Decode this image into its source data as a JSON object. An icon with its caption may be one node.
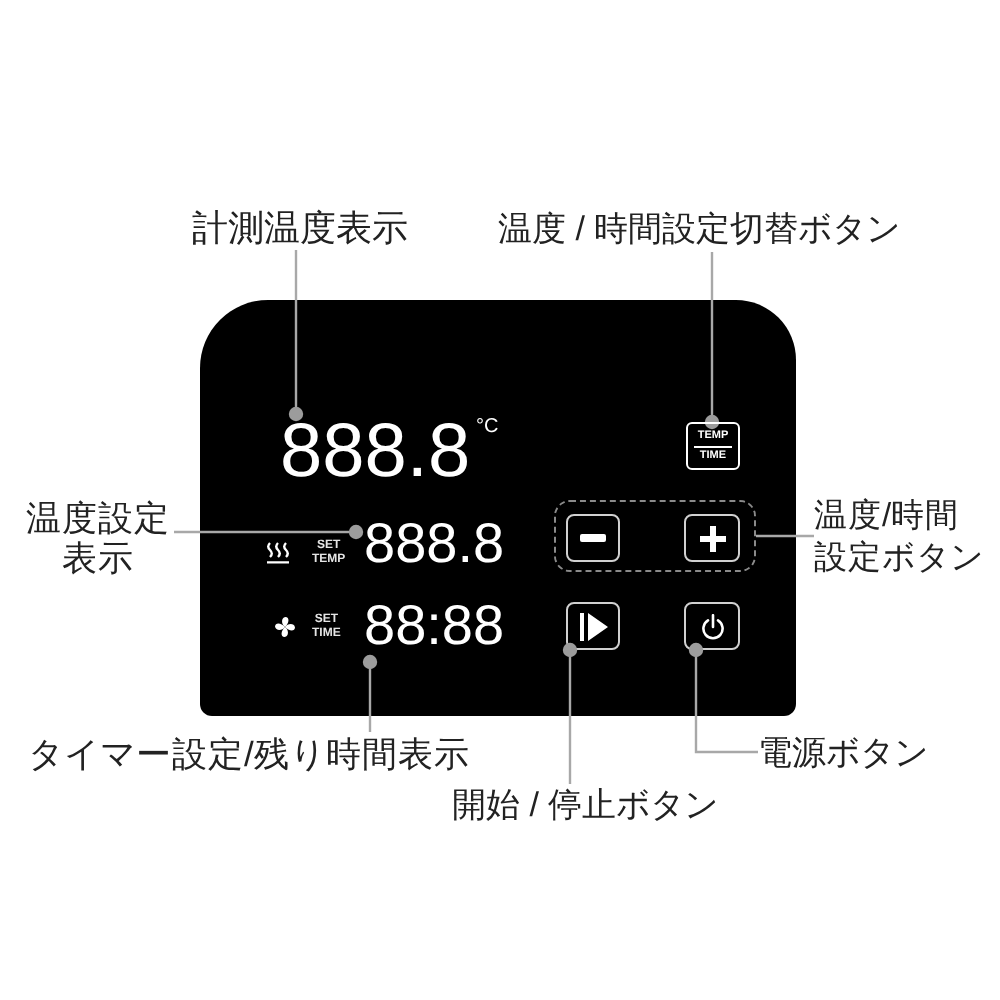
{
  "diagram": {
    "nodes": [
      {
        "text": [
          "計測温度表示"
        ]
      },
      {
        "text": [
          "温度 / 時間設定切替ボタン"
        ]
      },
      {
        "text": [],
        "shape": "box"
      },
      {
        "text": [
          "888.8"
        ],
        "in": 2,
        "beside": [
          "°C"
        ]
      },
      {
        "text": [
          "TEMP",
          "TIME"
        ],
        "in": 2
      },
      {
        "text": [
          "温度設定表示"
        ]
      },
      {
        "text": [
          "888.8"
        ],
        "in": 2,
        "beside": [
          "SET TEMP"
        ]
      },
      {
        "text": [],
        "shape": "box",
        "in": 2
      },
      {
        "text": [],
        "shape": "box",
        "in": 7
      },
      {
        "text": [],
        "shape": "box",
        "in": 7
      },
      {
        "text": [
          "温度/時間設定ボタン"
        ]
      },
      {
        "text": [
          "88:88"
        ],
        "in": 2,
        "beside": [
          "SET TIME"
        ]
      },
      {
        "text": [],
        "shape": "box",
        "in": 2
      },
      {
        "text": [],
        "shape": "box",
        "in": 2
      },
      {
        "text": [
          "タイマー設定/残り時間表示"
        ]
      },
      {
        "text": [
          "電源ボタン"
        ]
      },
      {
        "text": [
          "開始 / 停止ボタン"
        ]
      }
    ],
    "edges": [
      {
        "from": 0,
        "to": 3,
        "arrow": "other"
      },
      {
        "from": 1,
        "to": 4,
        "arrow": "other"
      },
      {
        "from": 5,
        "to": 6,
        "arrow": "other"
      },
      {
        "from": 10,
        "to": 7,
        "arrow": "none"
      },
      {
        "from": 14,
        "to": 11,
        "arrow": "other"
      },
      {
        "from": 16,
        "to": 12,
        "arrow": "other"
      },
      {
        "from": 15,
        "to": 13,
        "arrow": "other"
      }
    ]
  }
}
